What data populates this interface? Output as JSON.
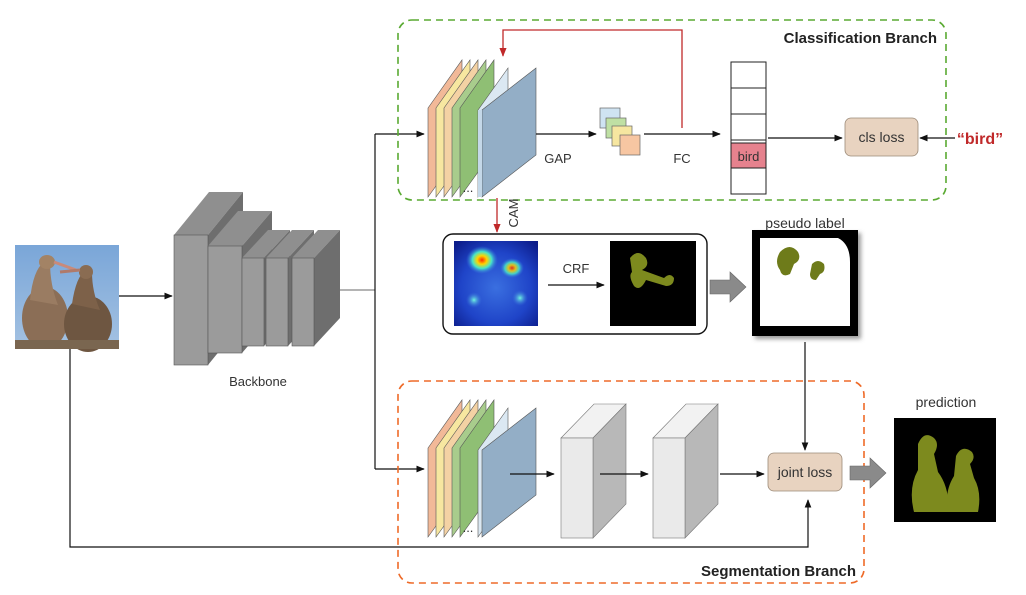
{
  "branches": {
    "classification": "Classification Branch",
    "segmentation": "Segmentation Branch"
  },
  "labels": {
    "backbone": "Backbone",
    "gap": "GAP",
    "fc": "FC",
    "bird_cell": "bird",
    "cls_loss": "cls loss",
    "bird_quote": "“bird”",
    "cam": "CAM",
    "crf": "CRF",
    "pseudo_label": "pseudo label",
    "joint_loss": "joint loss",
    "prediction": "prediction",
    "dots": "..."
  },
  "colors": {
    "classification_border": "#5aaa32",
    "segmentation_border": "#ee6a28",
    "feedback_arrow": "#c0292a",
    "loss_box": "#e8d3c0",
    "bird_cell": "#e6828e",
    "mask": "#7d8a1e"
  }
}
